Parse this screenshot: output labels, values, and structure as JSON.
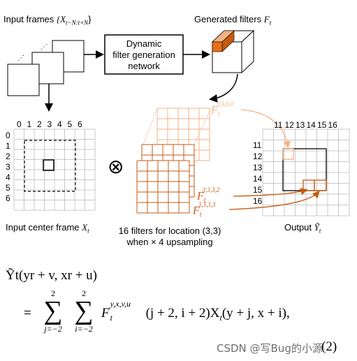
{
  "labels": {
    "input_frames": "Input frames",
    "input_frames_math": "{X",
    "input_frames_sub": "t−N:t+N",
    "input_frames_close": "}",
    "generator_line1": "Dynamic",
    "generator_line2": "filter generation",
    "generator_line3": "network",
    "generated_filters": "Generated filters",
    "generated_filters_math": "F",
    "generated_filters_sub": "t",
    "input_center": "Input center frame",
    "input_center_math": "X",
    "input_center_sub": "t",
    "filters_caption_line1": "16 filters for location (3,3)",
    "filters_caption_line2": "when × 4 upsampling",
    "output": "Output",
    "output_math": "Ỹ",
    "output_sub": "t",
    "otimes": "⊗"
  },
  "grid_input": {
    "col_ticks": [
      "0",
      "1",
      "2",
      "3",
      "4",
      "5",
      "6"
    ],
    "row_ticks": [
      "0",
      "1",
      "2",
      "3",
      "4",
      "5",
      "6"
    ]
  },
  "grid_output": {
    "col_ticks": [
      "11",
      "12",
      "13",
      "14",
      "15",
      "16"
    ],
    "row_ticks": [
      "11",
      "12",
      "13",
      "14",
      "15",
      "16"
    ]
  },
  "filter_labels": [
    {
      "base": "F",
      "sub": "t",
      "sup": "3,3,0,0"
    },
    {
      "base": "F",
      "sub": "t",
      "sup": "3,3,3,2"
    },
    {
      "base": "F",
      "sub": "t",
      "sup": "3,3,3,3"
    }
  ],
  "equation": {
    "lhs": "Ỹt(yr + v, xr + u)",
    "eq": "=",
    "sum1_top": "2",
    "sum1_bottom": "j=−2",
    "sum2_top": "2",
    "sum2_bottom": "i=−2",
    "body": "F",
    "body_sup": "y,x,v,u",
    "body_sub": "t",
    "body_rest": "(j + 2, i + 2)X",
    "body_rest_sub": "t",
    "body_rest2": "(y + j, x + i),",
    "number": "(2)"
  },
  "watermark": "CSDN @写Bug的小源",
  "colors": {
    "orange_dark": "#c55a11",
    "orange_light": "#f4b183",
    "orange_fill": "#e86f1a",
    "grid": "#c8c8c8"
  }
}
